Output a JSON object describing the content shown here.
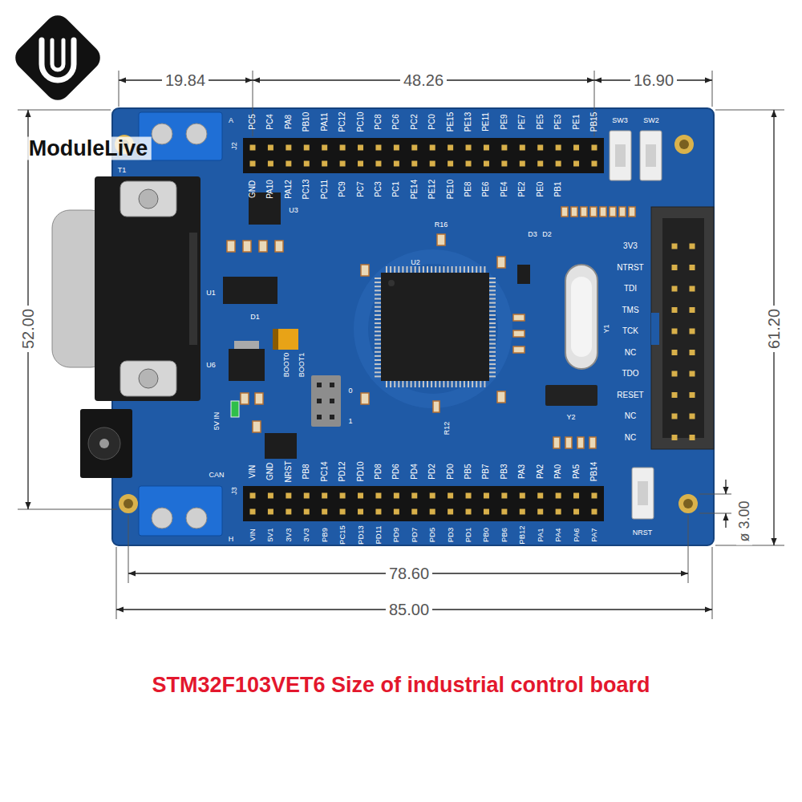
{
  "diagram": {
    "caption": "STM32F103VET6 Size of industrial control board",
    "labels": [
      "ModuleLive",
      "19.84",
      "48.26",
      "16.90",
      "52.00",
      "61.20",
      "78.60",
      "85.00",
      "ø 3.00",
      "PC5",
      "PC4",
      "PA8",
      "PB10",
      "PA11",
      "PC12",
      "PC10",
      "PC8",
      "PC6",
      "PC2",
      "PC0",
      "PE15",
      "PE13",
      "PE11",
      "PE9",
      "PE7",
      "PE5",
      "PE3",
      "PE1",
      "PB15",
      "GND",
      "PA10",
      "PA12",
      "PC13",
      "PC11",
      "PC9",
      "PC7",
      "PC3",
      "PC1",
      "PE14",
      "PE12",
      "PE10",
      "PE8",
      "PE6",
      "PE4",
      "PE2",
      "PE0",
      "PB1",
      "VIN",
      "GND",
      "NRST",
      "PB8",
      "PC14",
      "PD12",
      "PD10",
      "PD8",
      "PD6",
      "PD4",
      "PD2",
      "PD0",
      "PB5",
      "PB7",
      "PB3",
      "PA3",
      "PA2",
      "PA0",
      "PA5",
      "PB14",
      "VIN",
      "5V1",
      "3V3",
      "3V3",
      "PB9",
      "PC15",
      "PD13",
      "PD11",
      "PD9",
      "PD7",
      "PD5",
      "PD3",
      "PD1",
      "PB0",
      "PB6",
      "PB12",
      "PA1",
      "PA4",
      "PA6",
      "PA7",
      "3V3",
      "NTRST",
      "TDI",
      "TMS",
      "TCK",
      "NC",
      "TDO",
      "RESET",
      "NC",
      "NC",
      "J2",
      "J3",
      "SW3",
      "SW2",
      "NRST",
      "U1",
      "U2",
      "U3",
      "U6",
      "Y1",
      "Y2",
      "D1",
      "D2",
      "D3",
      "R16",
      "R12",
      "BOOT0",
      "BOOT1",
      "0",
      "1",
      "5V IN",
      "CAN",
      "A",
      "H",
      "T1"
    ]
  }
}
